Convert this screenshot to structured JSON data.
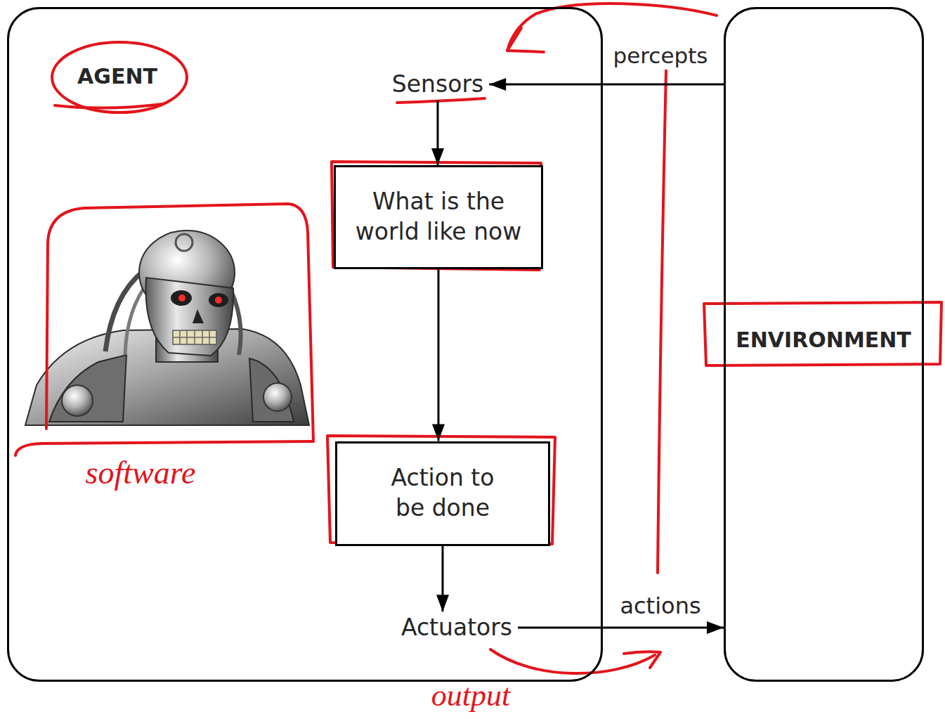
{
  "diagram": {
    "nodes": [
      {
        "text": [
          "AGENT"
        ]
      },
      {
        "text": [
          "Sensors"
        ],
        "in": 0
      },
      {
        "text": [
          "What is the world like now"
        ],
        "in": 0
      },
      {
        "text": [
          "Action to be done"
        ],
        "in": 0
      },
      {
        "text": [
          "Actuators"
        ],
        "in": 0
      },
      {
        "text": [
          "ENVIRONMENT"
        ]
      }
    ],
    "edges": [
      {
        "from": 5,
        "to": 1,
        "label": "percepts",
        "arrow": "to"
      },
      {
        "from": 1,
        "to": 2,
        "arrow": "to"
      },
      {
        "from": 2,
        "to": 3,
        "arrow": "to"
      },
      {
        "from": 3,
        "to": 4,
        "arrow": "to"
      },
      {
        "from": 4,
        "to": 5,
        "label": "actions",
        "arrow": "to"
      }
    ],
    "labels": [
      "software",
      "output"
    ]
  }
}
